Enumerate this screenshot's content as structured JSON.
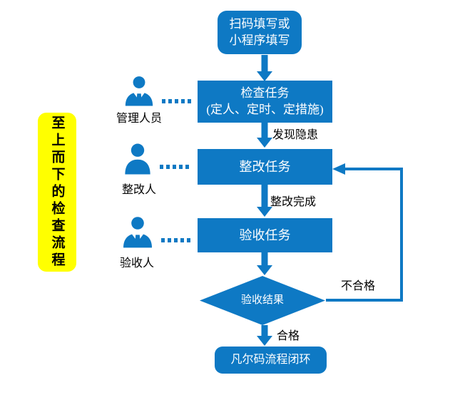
{
  "colors": {
    "primary_blue": "#0E79C4",
    "highlight_yellow": "#FFFF00",
    "node_text": "#FFFFFF",
    "label_text": "#000000",
    "background": "#FFFFFF"
  },
  "side_label": {
    "text": "至上而下的检查流程"
  },
  "nodes": {
    "start": {
      "line1": "扫码填写或",
      "line2": "小程序填写"
    },
    "inspect": {
      "line1": "检查任务",
      "line2": "(定人、定时、定措施)"
    },
    "rectify": {
      "label": "整改任务"
    },
    "accept": {
      "label": "验收任务"
    },
    "decision": {
      "label": "验收结果"
    },
    "end": {
      "label": "凡尔码流程闭环"
    }
  },
  "edges": {
    "hazard_found": "发现隐患",
    "rectify_done": "整改完成",
    "qualified": "合格",
    "unqualified": "不合格"
  },
  "persons": [
    {
      "label": "管理人员"
    },
    {
      "label": "整改人"
    },
    {
      "label": "验收人"
    }
  ]
}
